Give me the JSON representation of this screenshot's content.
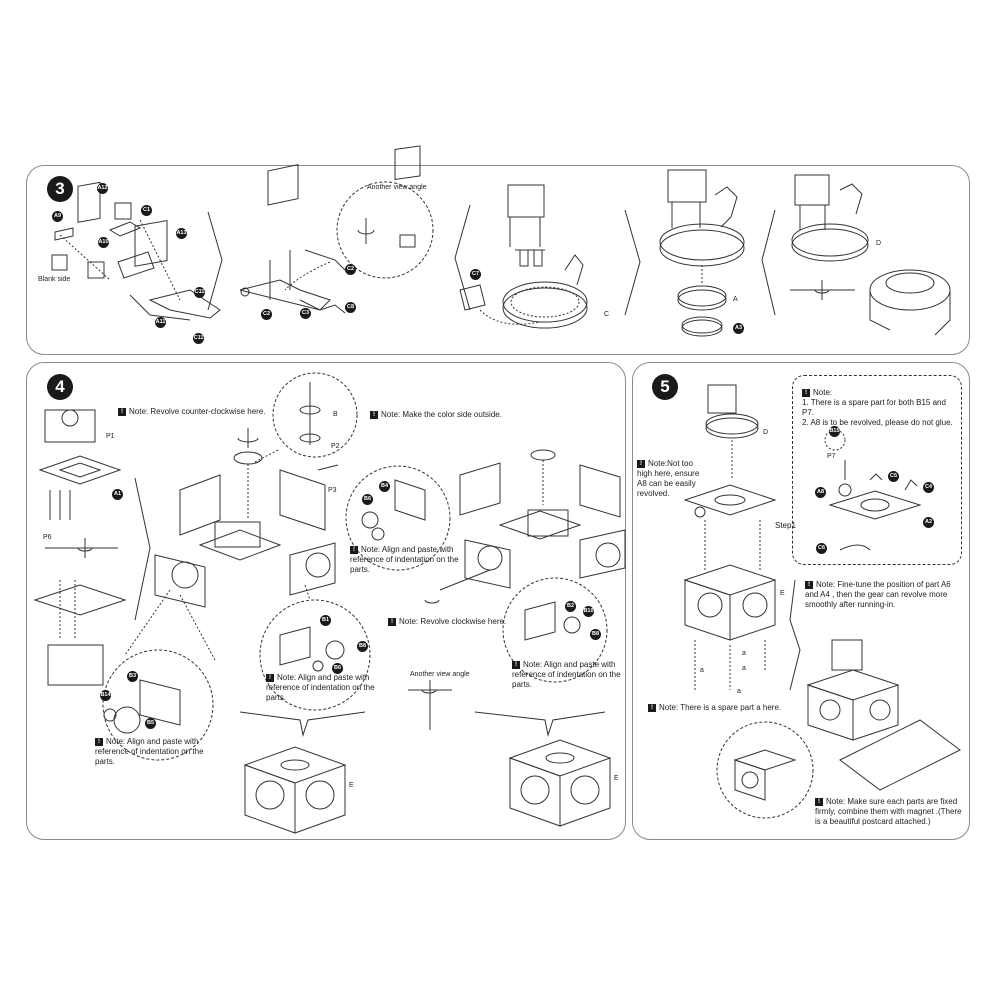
{
  "step3": {
    "number": "3",
    "blank_side": "Blank side",
    "another_view": "Another view angle",
    "parts": [
      "A9",
      "A12",
      "C1",
      "A10",
      "A13",
      "C11",
      "A11",
      "C11",
      "C2",
      "C2",
      "C3",
      "C8",
      "C7",
      "C",
      "A",
      "A3",
      "D"
    ]
  },
  "step4": {
    "number": "4",
    "note_revolve_ccw": "Note: Revolve counter-clockwise here.",
    "note_color_side": "Note: Make the color side outside.",
    "note_revolve_cw": "Note: Revolve clockwise here.",
    "note_align_1": "Note: Align and paste with reference of indentation on the parts.",
    "note_align_2": "Note: Align and paste with reference of indentation on the parts.",
    "note_align_3": "Note: Align and paste with reference of indentation on the parts.",
    "note_align_4": "Note: Align and paste with reference of indentation on the parts.",
    "another_view": "Another view angle",
    "parts": [
      "P1",
      "A1",
      "P6",
      "B",
      "P2",
      "P3",
      "B4",
      "B6",
      "B3",
      "B14",
      "B5",
      "B1",
      "B8",
      "B6",
      "B2",
      "B10",
      "B8",
      "E",
      "E"
    ]
  },
  "step5": {
    "number": "5",
    "note_spare_title": "Note:",
    "note_spare_1": "1. There is a spare part for both B15 and P7.",
    "note_spare_2": "2. A8 is to be revolved, please do not glue.",
    "note_not_too_high": "Note:Not too high here, ensure A8 can be easily revolved.",
    "step1": "Step1",
    "note_finetune": "Note: Fine-tune the position of part A6 and A4 , then the gear can revolve more smoothly after running-in.",
    "note_spare_a": "Note: There is a spare part a here.",
    "note_magnet": "Note: Make sure each parts are fixed firmly, combine them with magnet .(There is a beautiful postcard attached.)",
    "parts": [
      "D",
      "E",
      "B15",
      "P7",
      "A8",
      "C5",
      "C4",
      "A2",
      "C6",
      "a",
      "a",
      "a",
      "a"
    ]
  }
}
